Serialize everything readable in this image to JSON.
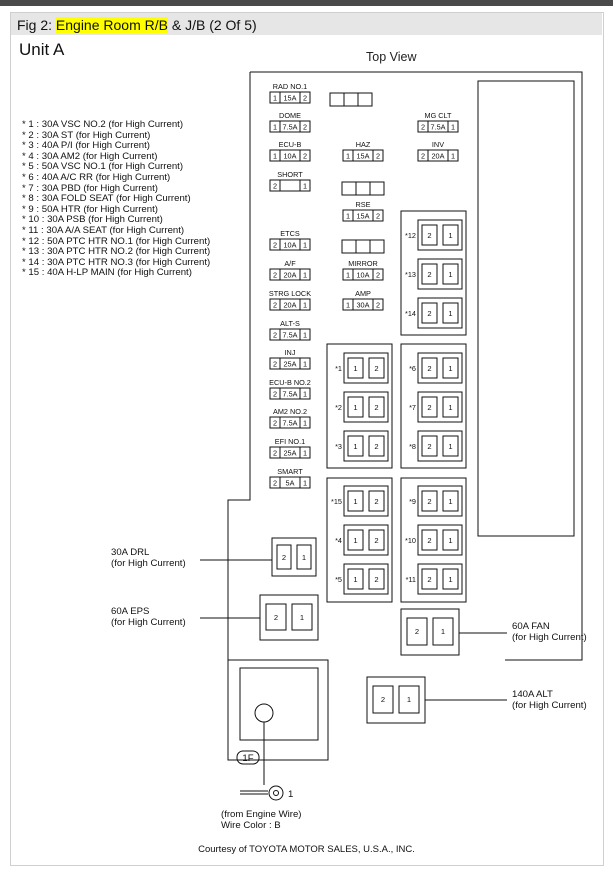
{
  "header": {
    "fig_prefix": "Fig 2: ",
    "fig_highlight": "Engine Room R/B",
    "fig_suffix": " & J/B (2 Of 5)",
    "unit": "Unit A",
    "view": "Top View"
  },
  "legend": [
    "* 1 : 30A VSC NO.2 (for High Current)",
    "* 2 : 30A ST (for High Current)",
    "* 3 : 40A P/I (for High Current)",
    "* 4 : 30A AM2 (for High Current)",
    "* 5 : 50A VSC NO.1 (for High Current)",
    "* 6 : 40A A/C RR (for High Current)",
    "* 7 : 30A PBD (for High Current)",
    "* 8 : 30A FOLD SEAT (for High Current)",
    "* 9 : 50A HTR (for High Current)",
    "* 10 : 30A PSB (for High Current)",
    "* 11 : 30A A/A SEAT (for High Current)",
    "* 12 : 50A PTC HTR NO.1 (for High Current)",
    "* 13 : 30A PTC HTR NO.2 (for High Current)",
    "* 14 : 30A PTC HTR NO.3 (for High Current)",
    "* 15 : 40A H-LP MAIN (for High Current)"
  ],
  "fuses_left": [
    {
      "name": "RAD NO.1",
      "cells": [
        "1",
        "15A",
        "2"
      ]
    },
    {
      "name": "DOME",
      "cells": [
        "1",
        "7.5A",
        "2"
      ]
    },
    {
      "name": "ECU-B",
      "cells": [
        "1",
        "10A",
        "2"
      ]
    },
    {
      "name": "SHORT",
      "cells": [
        "2",
        "",
        "1"
      ]
    },
    {
      "name": "ETCS",
      "cells": [
        "2",
        "10A",
        "1"
      ]
    },
    {
      "name": "A/F",
      "cells": [
        "2",
        "20A",
        "1"
      ]
    },
    {
      "name": "STRG LOCK",
      "cells": [
        "2",
        "20A",
        "1"
      ]
    },
    {
      "name": "ALT-S",
      "cells": [
        "2",
        "7.5A",
        "1"
      ]
    },
    {
      "name": "INJ",
      "cells": [
        "2",
        "25A",
        "1"
      ]
    },
    {
      "name": "ECU-B NO.2",
      "cells": [
        "2",
        "7.5A",
        "1"
      ]
    },
    {
      "name": "AM2 NO.2",
      "cells": [
        "2",
        "7.5A",
        "1"
      ]
    },
    {
      "name": "EFI NO.1",
      "cells": [
        "2",
        "25A",
        "1"
      ]
    },
    {
      "name": "SMART",
      "cells": [
        "2",
        "5A",
        "1"
      ]
    }
  ],
  "fuses_mid": [
    {
      "name": "HAZ",
      "cells": [
        "1",
        "15A",
        "2"
      ]
    },
    {
      "name": "RSE",
      "cells": [
        "1",
        "15A",
        "2"
      ]
    },
    {
      "name": "MIRROR",
      "cells": [
        "1",
        "10A",
        "2"
      ]
    },
    {
      "name": "AMP",
      "cells": [
        "1",
        "30A",
        "2"
      ]
    }
  ],
  "fuses_right": [
    {
      "name": "MG CLT",
      "cells": [
        "2",
        "7.5A",
        "1"
      ]
    },
    {
      "name": "INV",
      "cells": [
        "2",
        "20A",
        "1"
      ]
    }
  ],
  "big_fuses": {
    "col1": [
      "*1",
      "*2",
      "*3",
      "*15",
      "*4",
      "*5"
    ],
    "col2": [
      "*6",
      "*7",
      "*8",
      "*9",
      "*10",
      "*11"
    ],
    "col3": [
      "*12",
      "*13",
      "*14"
    ],
    "col1_pins": [
      "1",
      "2"
    ],
    "col2_pins": [
      "2",
      "1"
    ]
  },
  "callouts": {
    "drl": [
      "30A DRL",
      "(for High Current)"
    ],
    "eps": [
      "60A EPS",
      "(for High Current)"
    ],
    "fan": [
      "60A FAN",
      "(for High Current)"
    ],
    "alt": [
      "140A ALT",
      "(for High Current)"
    ]
  },
  "ground": {
    "connector": "1F",
    "pin": "1",
    "note1": "(from Engine Wire)",
    "note2": "Wire Color : B"
  },
  "footer": "Courtesy of TOYOTA MOTOR SALES, U.S.A., INC."
}
